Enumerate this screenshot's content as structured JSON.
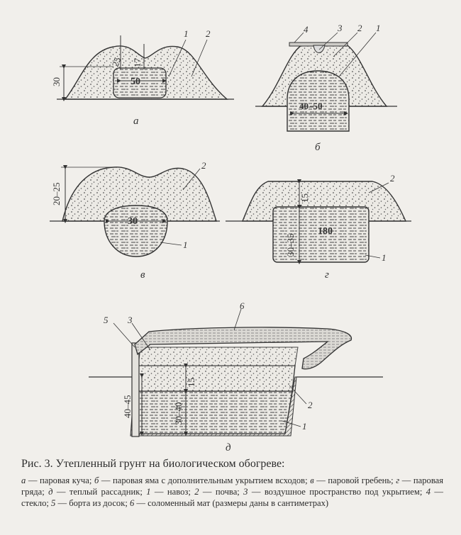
{
  "figure": {
    "a": {
      "letter": "а",
      "dims": [
        "30",
        "25",
        "17",
        "50"
      ],
      "callouts": [
        "1",
        "2"
      ]
    },
    "b": {
      "letter": "б",
      "dims": [
        "40–50"
      ],
      "callouts": [
        "4",
        "3",
        "2",
        "1"
      ]
    },
    "v": {
      "letter": "в",
      "dims": [
        "20–25",
        "30"
      ],
      "callouts": [
        "2",
        "1"
      ]
    },
    "g": {
      "letter": "г",
      "dims": [
        "15",
        "30–35",
        "180"
      ],
      "callouts": [
        "2",
        "1"
      ]
    },
    "d": {
      "letter": "д",
      "dims": [
        "40–45",
        "15",
        "30–40"
      ],
      "callouts": [
        "5",
        "3",
        "6",
        "2",
        "1"
      ]
    }
  },
  "caption": {
    "title": "Рис. 3. Утепленный грунт на биологическом обогреве:",
    "items": [
      {
        "key": "а",
        "text": " — паровая куча; "
      },
      {
        "key": "б",
        "text": " — паровая яма с дополнительным укрытием всходов; "
      },
      {
        "key": "в",
        "text": " — паровой гребень; "
      },
      {
        "key": "г",
        "text": " — паровая гряда; "
      },
      {
        "key": "д",
        "text": " — теплый рассадник; "
      },
      {
        "key": "1",
        "text": " — навоз; "
      },
      {
        "key": "2",
        "text": " — почва; "
      },
      {
        "key": "3",
        "text": " — воздушное пространство под укрытием; "
      },
      {
        "key": "4",
        "text": " — стекло; "
      },
      {
        "key": "5",
        "text": " — борта из досок; "
      },
      {
        "key": "6",
        "text": " — соломенный мат (размеры даны в сантиметрах)"
      }
    ]
  }
}
